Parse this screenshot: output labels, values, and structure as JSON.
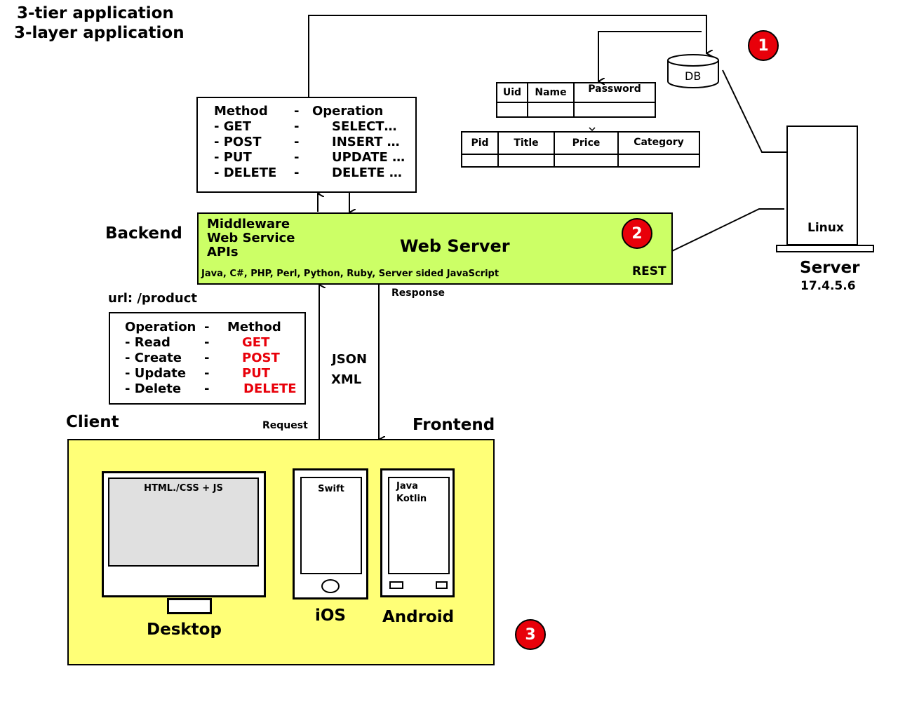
{
  "title": {
    "line1": "3-tier application",
    "line2": "3-layer application"
  },
  "db": {
    "label": "DB",
    "badge": "1"
  },
  "tables": {
    "users": {
      "headers": [
        "Uid",
        "Name",
        "Password"
      ]
    },
    "products": {
      "headers": [
        "Pid",
        "Title",
        "Price",
        "Category"
      ]
    }
  },
  "sql_box": {
    "header": {
      "method": "Method",
      "dash": "-",
      "operation": "Operation"
    },
    "rows": [
      {
        "method": "- GET",
        "dash": "-",
        "operation": "SELECT…"
      },
      {
        "method": "- POST",
        "dash": "-",
        "operation": "INSERT …"
      },
      {
        "method": "- PUT",
        "dash": "-",
        "operation": "UPDATE …"
      },
      {
        "method": "- DELETE",
        "dash": "-",
        "operation": "DELETE …"
      }
    ]
  },
  "backend": {
    "label": "Backend",
    "middleware": "Middleware",
    "web_service": "Web Service",
    "apis": "APIs",
    "title": "Web Server",
    "languages": "Java, C#, PHP, Perl, Python, Ruby, Server sided JavaScript",
    "rest": "REST",
    "badge": "2",
    "color": "#ccff66"
  },
  "server": {
    "os": "Linux",
    "label": "Server",
    "ip": "17.4.5.6"
  },
  "url_label": "url: /product",
  "crud_box": {
    "header": {
      "operation": "Operation",
      "dash": "-",
      "method": "Method"
    },
    "rows": [
      {
        "operation": "- Read",
        "dash": "-",
        "method": "GET"
      },
      {
        "operation": "- Create",
        "dash": "-",
        "method": "POST"
      },
      {
        "operation": "- Update",
        "dash": "-",
        "method": "PUT"
      },
      {
        "operation": "- Delete",
        "dash": "-",
        "method": "DELETE"
      }
    ],
    "method_color": "#e8000a"
  },
  "arrows": {
    "response": "Response",
    "request": "Request",
    "json": "JSON",
    "xml": "XML"
  },
  "client": {
    "label": "Client",
    "frontend": "Frontend",
    "badge": "3",
    "color": "#ffff77",
    "desktop": {
      "screen_text": "HTML./CSS + JS",
      "label": "Desktop"
    },
    "ios": {
      "screen_text": "Swift",
      "label": "iOS"
    },
    "android": {
      "screen_line1": "Java",
      "screen_line2": "Kotlin",
      "label": "Android"
    }
  }
}
